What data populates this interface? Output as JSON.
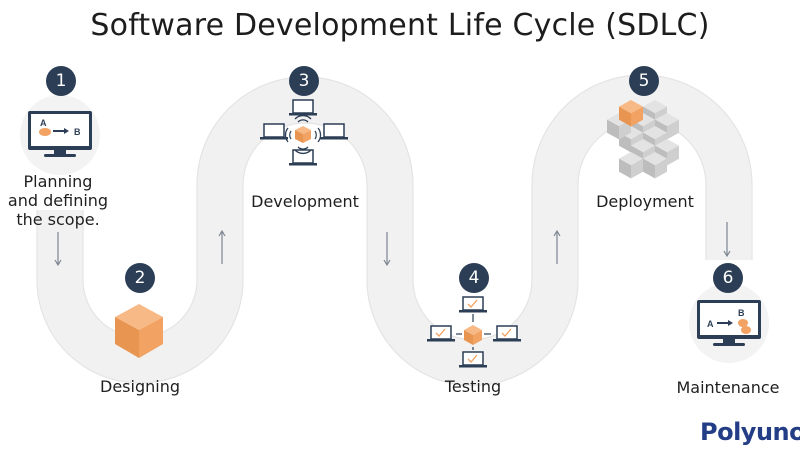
{
  "title": "Software Development Life Cycle (SDLC)",
  "steps": [
    {
      "number": "1",
      "label": "Planning\nand defining\nthe scope."
    },
    {
      "number": "2",
      "label": "Designing"
    },
    {
      "number": "3",
      "label": "Development"
    },
    {
      "number": "4",
      "label": "Testing"
    },
    {
      "number": "5",
      "label": "Deployment"
    },
    {
      "number": "6",
      "label": "Maintenance"
    }
  ],
  "icon_text": {
    "planning_a": "A",
    "planning_b": "B",
    "maintenance_a": "A",
    "maintenance_b": "B"
  },
  "brand": {
    "logo": "Polyuno"
  },
  "colors": {
    "badge": "#2c3e55",
    "cube": "#f2a262",
    "cube_grey": "#c9c9c9",
    "path": "#e6e6e6",
    "brand": "#233d86"
  },
  "icons": [
    "monitor-icon",
    "cube-icon",
    "laptop-icon",
    "wifi-icon",
    "checkmark-icon",
    "arrow-right-icon",
    "down-arrow-icon",
    "up-arrow-icon"
  ]
}
